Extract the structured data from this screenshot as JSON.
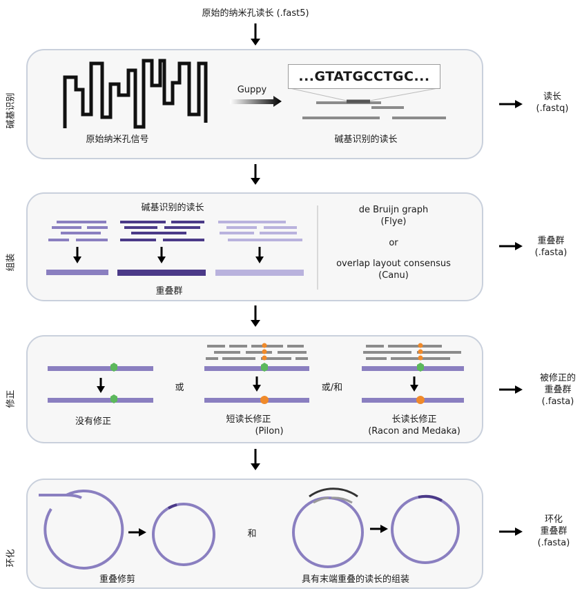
{
  "top_label": "原始的纳米孔读长 (.fast5)",
  "colors": {
    "panel_border": "#c9d0dc",
    "purple_mid": "#8a7fc0",
    "purple_dark": "#4b3a88",
    "purple_light": "#b9b2dd",
    "read_gray": "#8b8b8b",
    "green_snp": "#5cb85c",
    "orange_snp": "#f08a2a"
  },
  "panels": {
    "basecalling": {
      "side_label": "碱基识别",
      "raw_signal_label": "原始纳米孔信号",
      "tool_label": "Guppy",
      "sequence_text": "...GTATGCCTGC...",
      "basecalled_label": "碱基识别的读长",
      "output": [
        "读长",
        "(.fastq)"
      ]
    },
    "assembly": {
      "side_label": "组装",
      "reads_label": "碱基识别的读长",
      "contigs_label": "重叠群",
      "method1": "de Bruijn graph",
      "method1_tool": "(Flye)",
      "or_label": "or",
      "method2": "overlap layout consensus",
      "method2_tool": "(Canu)",
      "output": [
        "重叠群",
        "(.fasta)"
      ]
    },
    "polishing": {
      "side_label": "修正",
      "no_polish_label": "没有修正",
      "or_label": "或",
      "short_label": "短读长修正",
      "short_tool": "(Pilon)",
      "andor_label": "或/和",
      "long_label": "长读长修正",
      "long_tool": "(Racon and Medaka)",
      "output": [
        "被修正的",
        "重叠群",
        "(.fasta)"
      ]
    },
    "circularization": {
      "side_label": "环化",
      "trim_label": "重叠修剪",
      "and_label": "和",
      "overlap_assembly_label": "具有末端重叠的读长的组装",
      "output": [
        "环化",
        "重叠群",
        "(.fasta)"
      ]
    }
  }
}
